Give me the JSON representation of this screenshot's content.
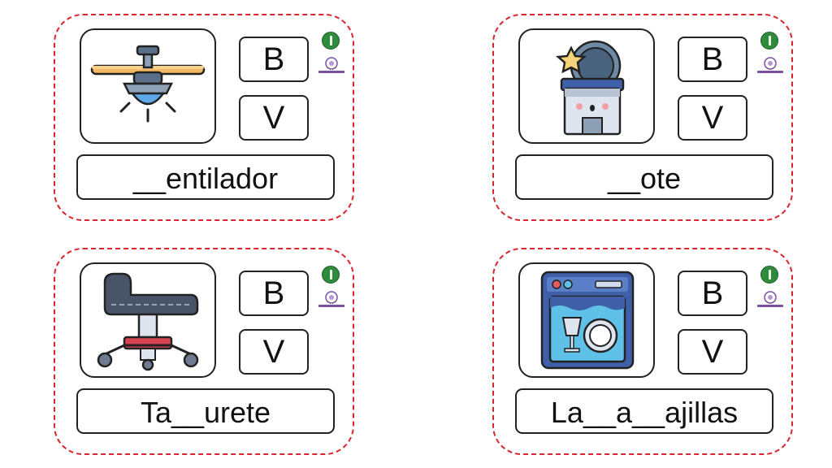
{
  "cards": [
    {
      "icon": "ceiling-fan-icon",
      "option_b": "B",
      "option_v": "V",
      "word": "__entilador"
    },
    {
      "icon": "dishwasher-cup-icon",
      "option_b": "B",
      "option_v": "V",
      "word": "__ote"
    },
    {
      "icon": "office-stool-icon",
      "option_b": "B",
      "option_v": "V",
      "word": "Ta__urete"
    },
    {
      "icon": "dishwasher-icon",
      "option_b": "B",
      "option_v": "V",
      "word": "La__a__ajillas"
    }
  ],
  "colors": {
    "dashed_border": "#d9262c",
    "logo_green": "#2f8a3b",
    "logo_purple": "#7a4f9e"
  }
}
